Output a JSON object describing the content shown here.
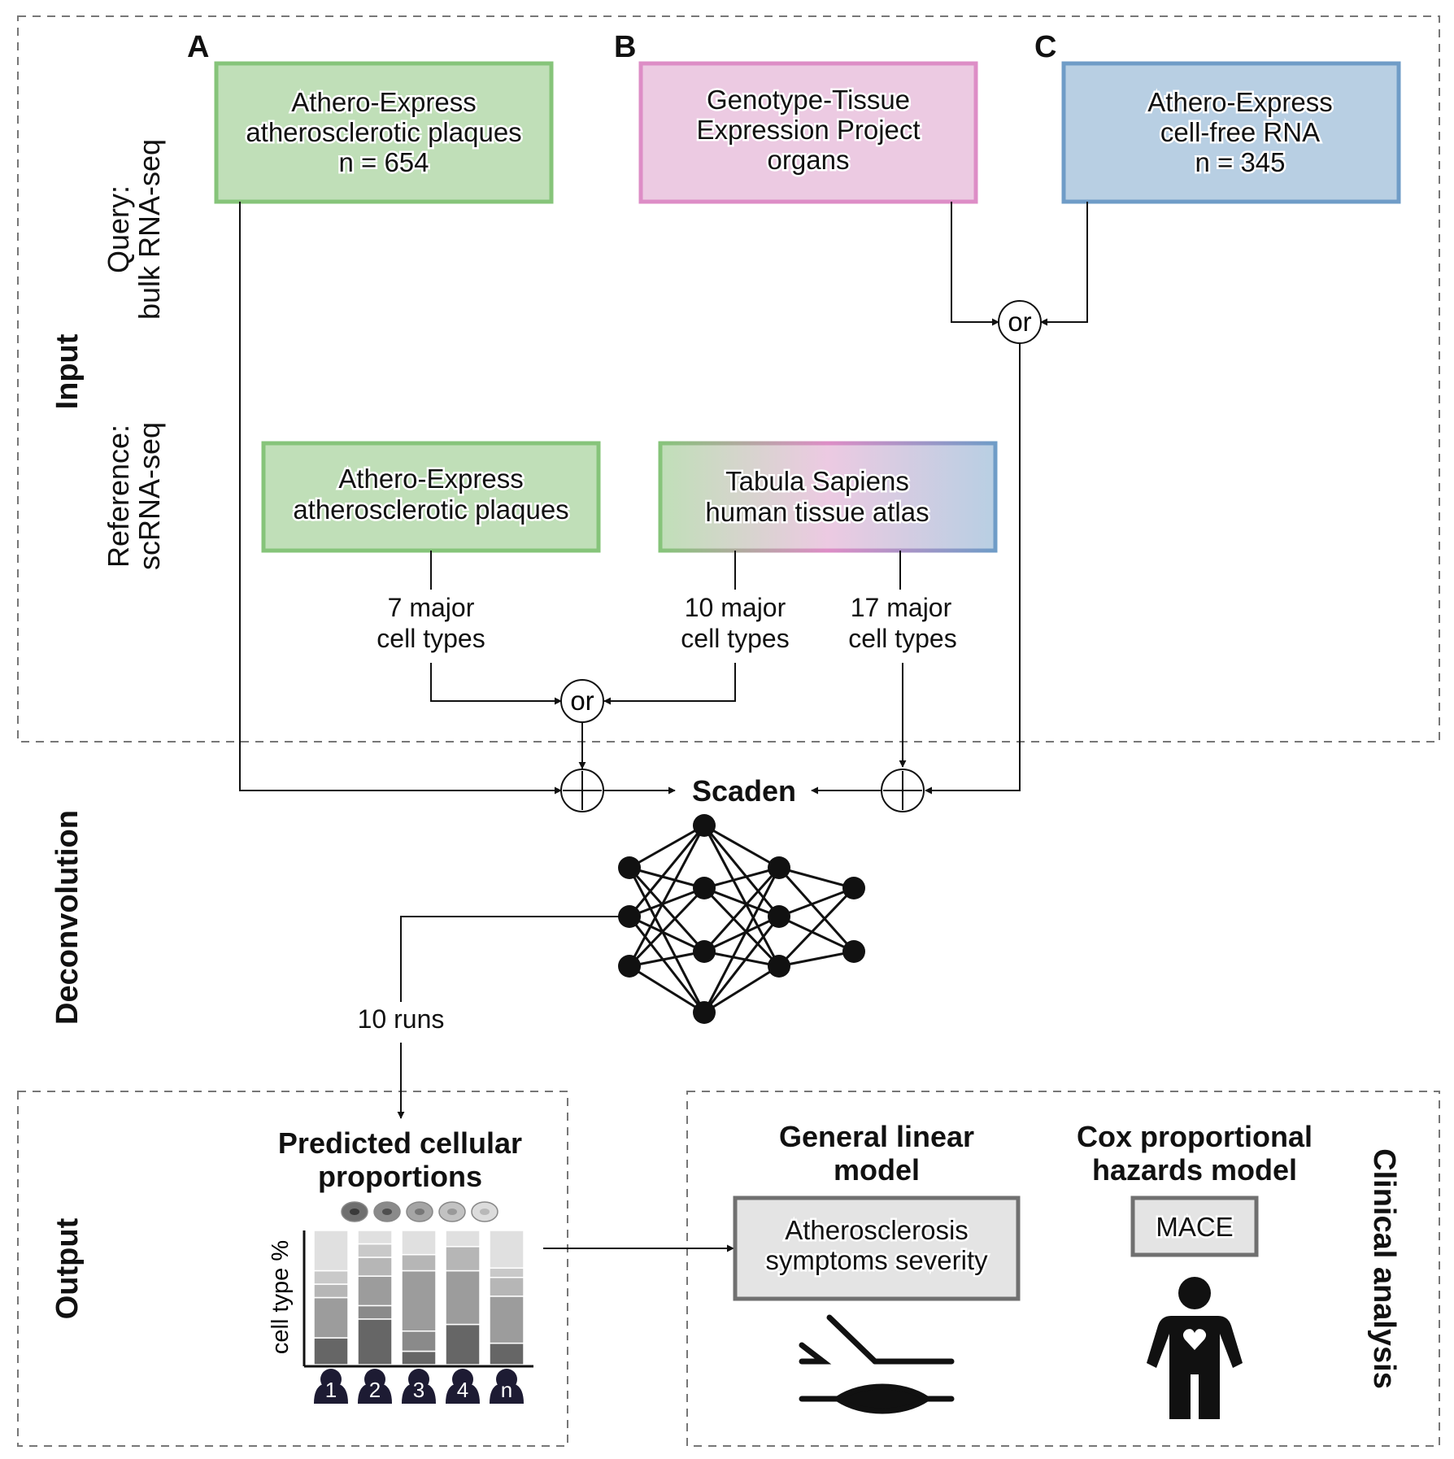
{
  "panel_letters": [
    "A",
    "B",
    "C"
  ],
  "sections": {
    "input": "Input",
    "deconvolution": "Deconvolution",
    "output": "Output",
    "clinical": "Clinical analysis"
  },
  "row_labels": {
    "query_title": "Query:",
    "query_sub": "bulk RNA-seq",
    "reference_title": "Reference:",
    "reference_sub": "scRNA-seq"
  },
  "query_boxes": [
    {
      "lines": [
        "Athero-Express",
        "atherosclerotic plaques",
        "n = 654"
      ],
      "color": "#c0dfb8",
      "border": "#86c47a"
    },
    {
      "lines": [
        "Genotype-Tissue",
        "Expression Project",
        "organs"
      ],
      "color": "#eccae2",
      "border": "#dd8dc6"
    },
    {
      "lines": [
        "Athero-Express",
        "cell-free RNA",
        "n = 345"
      ],
      "color": "#b8cfe3",
      "border": "#6f9cc7"
    }
  ],
  "reference_boxes": [
    {
      "lines": [
        "Athero-Express",
        "atherosclerotic plaques"
      ],
      "color": "#c0dfb8",
      "border": "#86c47a"
    },
    {
      "lines": [
        "Tabula Sapiens",
        "human tissue atlas"
      ],
      "gradient": [
        "#c0dfb8",
        "#eccae2",
        "#b8cfe3"
      ]
    }
  ],
  "cell_type_labels": [
    [
      "7 major",
      "cell types"
    ],
    [
      "10 major",
      "cell types"
    ],
    [
      "17 major",
      "cell types"
    ]
  ],
  "or_label": "or",
  "scaden_label": "Scaden",
  "runs_label": "10 runs",
  "output": {
    "title_lines": [
      "Predicted cellular",
      "proportions"
    ],
    "ylabel": "cell type %",
    "patients": [
      "1",
      "2",
      "3",
      "4",
      "n"
    ]
  },
  "clinical": {
    "glm_title": [
      "General linear",
      "model"
    ],
    "glm_box": [
      "Atherosclerosis",
      "symptoms severity"
    ],
    "cox_title": [
      "Cox proportional",
      "hazards model"
    ],
    "cox_box": "MACE"
  }
}
